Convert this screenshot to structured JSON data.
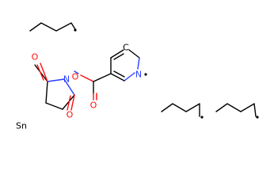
{
  "molecule": {
    "atoms": {
      "oxygen_top": "O",
      "oxygen_ester": "O",
      "oxygen_carbonyl": "O",
      "oxygen_bottom": "O",
      "nitrogen_succinimide": "N",
      "nitrogen_pyridine": "N",
      "carbon_radical": "C",
      "tin": "Sn"
    }
  },
  "colors": {
    "carbon": "#000000",
    "oxygen": "#ff0d0d",
    "nitrogen": "#2a3dff",
    "tin": "#000000"
  }
}
